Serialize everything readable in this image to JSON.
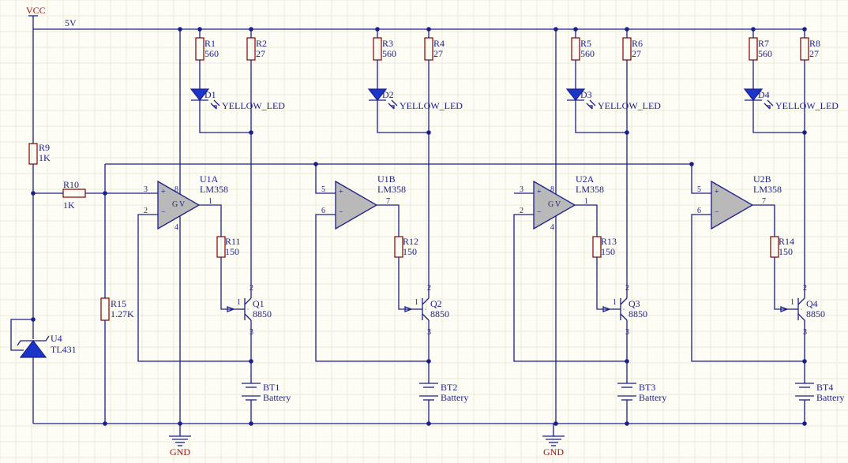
{
  "nets": {
    "vcc": "VCC",
    "rail": "5V",
    "gnd1": "GND",
    "gnd2": "GND"
  },
  "components": {
    "r1": {
      "ref": "R1",
      "val": "560"
    },
    "r2": {
      "ref": "R2",
      "val": "27"
    },
    "r3": {
      "ref": "R3",
      "val": "560"
    },
    "r4": {
      "ref": "R4",
      "val": "27"
    },
    "r5": {
      "ref": "R5",
      "val": "560"
    },
    "r6": {
      "ref": "R6",
      "val": "27"
    },
    "r7": {
      "ref": "R7",
      "val": "560"
    },
    "r8": {
      "ref": "R8",
      "val": "27"
    },
    "r9": {
      "ref": "R9",
      "val": "1K"
    },
    "r10": {
      "ref": "R10",
      "val": "1K"
    },
    "r11": {
      "ref": "R11",
      "val": "150"
    },
    "r12": {
      "ref": "R12",
      "val": "150"
    },
    "r13": {
      "ref": "R13",
      "val": "150"
    },
    "r14": {
      "ref": "R14",
      "val": "150"
    },
    "r15": {
      "ref": "R15",
      "val": "1.27K"
    },
    "d1": {
      "ref": "D1",
      "val": "YELLOW_LED"
    },
    "d2": {
      "ref": "D2",
      "val": "YELLOW_LED"
    },
    "d3": {
      "ref": "D3",
      "val": "YELLOW_LED"
    },
    "d4": {
      "ref": "D4",
      "val": "YELLOW_LED"
    },
    "u1a": {
      "ref": "U1A",
      "val": "LM358"
    },
    "u1b": {
      "ref": "U1B",
      "val": "LM358"
    },
    "u2a": {
      "ref": "U2A",
      "val": "LM358"
    },
    "u2b": {
      "ref": "U2B",
      "val": "LM358"
    },
    "q1": {
      "ref": "Q1",
      "val": "8850"
    },
    "q2": {
      "ref": "Q2",
      "val": "8850"
    },
    "q3": {
      "ref": "Q3",
      "val": "8850"
    },
    "q4": {
      "ref": "Q4",
      "val": "8850"
    },
    "bt1": {
      "ref": "BT1",
      "val": "Battery"
    },
    "bt2": {
      "ref": "BT2",
      "val": "Battery"
    },
    "bt3": {
      "ref": "BT3",
      "val": "Battery"
    },
    "bt4": {
      "ref": "BT4",
      "val": "Battery"
    },
    "u4": {
      "ref": "U4",
      "val": "TL431"
    }
  },
  "pins": {
    "u1a": {
      "pos": "3",
      "neg": "2",
      "out": "1",
      "v": "8",
      "g": "4"
    },
    "u1b": {
      "pos": "5",
      "neg": "6",
      "out": "7"
    },
    "u2a": {
      "pos": "3",
      "neg": "2",
      "out": "1",
      "v": "8",
      "g": "4"
    },
    "u2b": {
      "pos": "5",
      "neg": "6",
      "out": "7"
    },
    "q": {
      "b": "1",
      "c": "2",
      "e": "3"
    },
    "supply_marks": {
      "plus": "+",
      "minus": "−",
      "v": "V",
      "g": "G"
    }
  }
}
